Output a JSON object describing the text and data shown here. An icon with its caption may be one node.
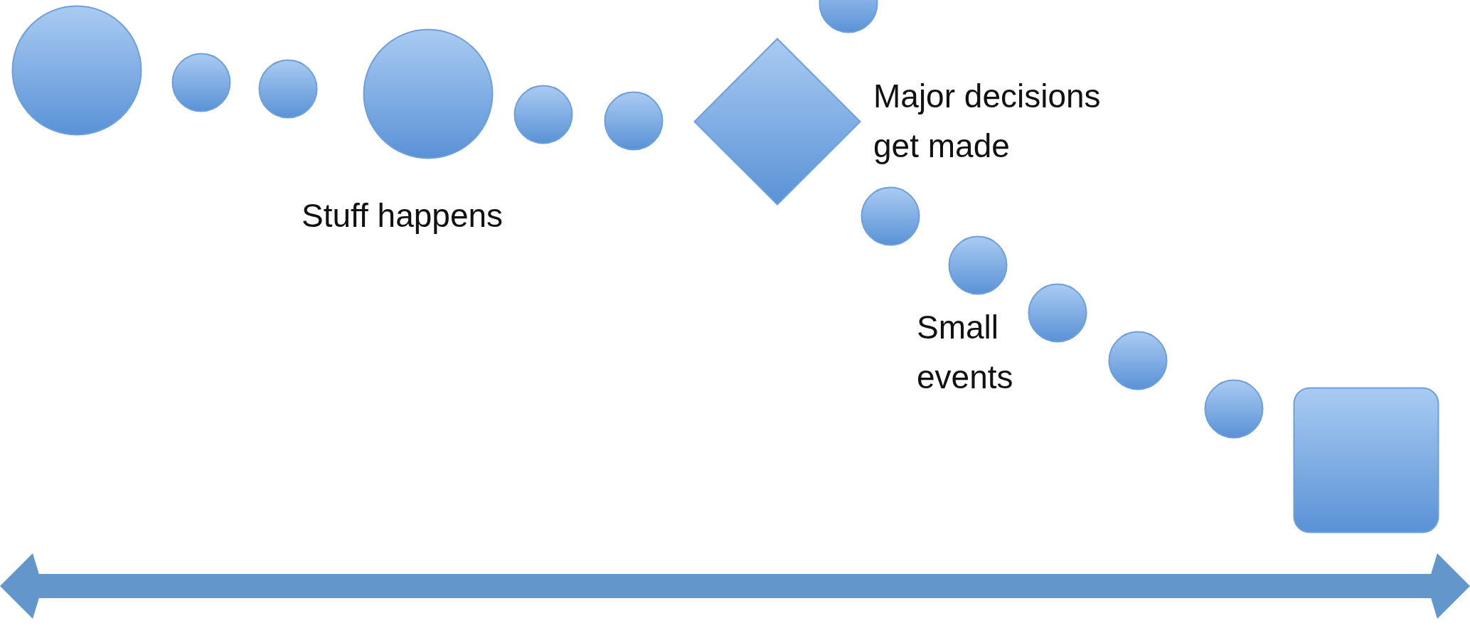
{
  "diagram": {
    "nodes": [
      {
        "text": [],
        "shape": "circle"
      },
      {
        "text": [],
        "shape": "circle"
      },
      {
        "text": [],
        "shape": "circle"
      },
      {
        "text": [],
        "shape": "circle"
      },
      {
        "text": [],
        "shape": "circle"
      },
      {
        "text": [],
        "shape": "circle"
      },
      {
        "text": [],
        "shape": "diamond"
      },
      {
        "text": [],
        "shape": "circle"
      },
      {
        "text": [],
        "shape": "circle"
      },
      {
        "text": [],
        "shape": "circle"
      },
      {
        "text": [],
        "shape": "circle"
      },
      {
        "text": [],
        "shape": "circle"
      },
      {
        "text": [],
        "shape": "circle"
      },
      {
        "text": [],
        "shape": "box"
      }
    ],
    "labels": [
      "Stuff happens",
      "Major decisions get made",
      "Small events"
    ]
  }
}
